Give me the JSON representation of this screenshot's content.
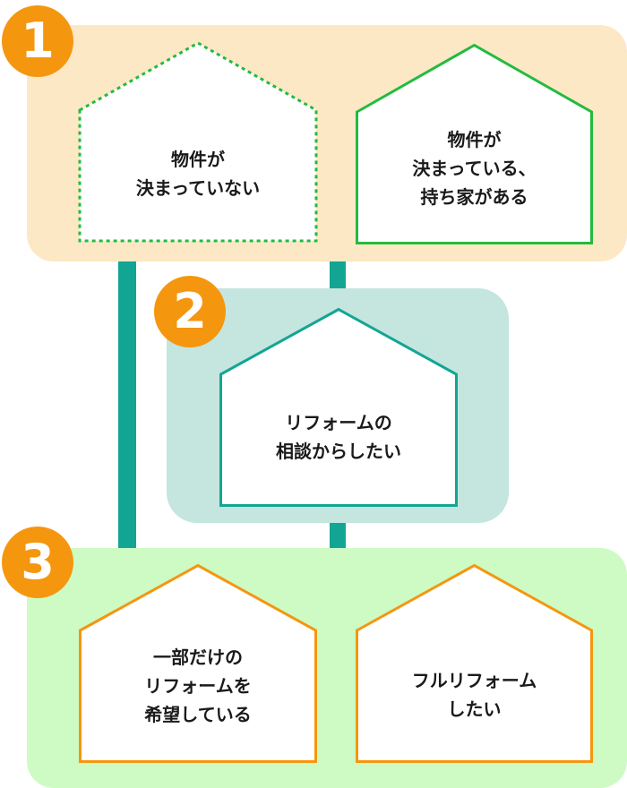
{
  "colors": {
    "panel_1": "#fde8c6",
    "panel_2": "#c5e5df",
    "panel_3": "#cdfbc3",
    "connector": "#13a594",
    "badge": "#f5960f",
    "house_green": "#22bb3f",
    "house_teal": "#13a594",
    "house_orange": "#f5960f"
  },
  "steps": [
    {
      "number": "1",
      "houses": [
        {
          "lines": [
            "物件が",
            "決まっていない"
          ],
          "border": "dotted-green"
        },
        {
          "lines": [
            "物件が",
            "決まっている、",
            "持ち家がある"
          ],
          "border": "solid-green"
        }
      ]
    },
    {
      "number": "2",
      "houses": [
        {
          "lines": [
            "リフォームの",
            "相談からしたい"
          ],
          "border": "solid-teal"
        }
      ]
    },
    {
      "number": "3",
      "houses": [
        {
          "lines": [
            "一部だけの",
            "リフォームを",
            "希望している"
          ],
          "border": "solid-orange"
        },
        {
          "lines": [
            "フルリフォーム",
            "したい"
          ],
          "border": "solid-orange"
        }
      ]
    }
  ]
}
